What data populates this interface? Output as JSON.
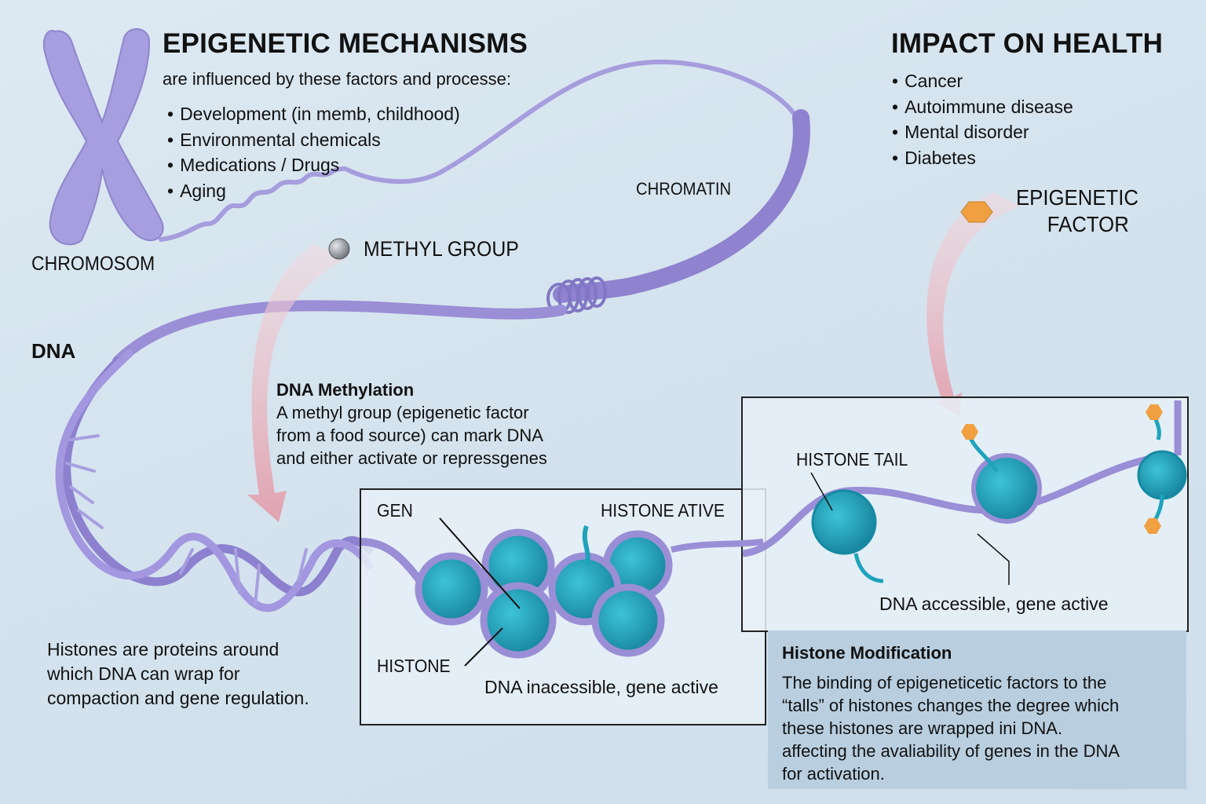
{
  "left_header": {
    "title": "EPIGENETIC MECHANISMS",
    "subtitle": "are influenced by these factors and processe:",
    "factors": [
      "Development (in memb, childhood)",
      "Environmental chemicals",
      "Medications / Drugs",
      "Aging"
    ]
  },
  "right_header": {
    "title": "IMPACT ON HEALTH",
    "impacts": [
      "Cancer",
      "Autoimmune disease",
      "Mental disorder",
      "Diabetes"
    ]
  },
  "labels": {
    "chromosome": "CHROMOSOM",
    "chromatin": "CHROMATIN",
    "methyl_group": "METHYL GROUP",
    "epigenetic_factor_line1": "EPIGENETIC",
    "epigenetic_factor_line2": "FACTOR",
    "dna": "DNA"
  },
  "dna_methylation": {
    "title": "DNA Methylation",
    "lines": [
      "A methyl group  (epigenetic factor",
      "from a food source)  can mark DNA",
      "and either activate or repressgenes"
    ]
  },
  "histones_note": {
    "lines": [
      "Histones are proteins around",
      "which DNA can wrap for",
      "compaction and gene regulation."
    ]
  },
  "inactive_box": {
    "gen_label": "GEN",
    "histone_active_label": "HISTONE ATIVE",
    "histone_label": "HISTONE",
    "caption": "DNA inacessible, gene active"
  },
  "active_box": {
    "histone_tail_label": "HISTONE TAIL",
    "caption": "DNA accessible, gene active"
  },
  "histone_modification": {
    "title": "Histone Modification",
    "lines": [
      "The binding of epigeneticetic factors to the",
      "“talls” of histones changes the degree which",
      "these histones are wrapped ini DNA.",
      "affecting the avaliability of genes in the DNA",
      "for activation."
    ]
  },
  "colors": {
    "background": "#d6e5ef",
    "dna_purple": "#9a8ed6",
    "histone_teal": "#1fa3bd",
    "epigenetic_orange": "#f0a040",
    "arrow_pink": "#e8a8b4",
    "methyl_gray": "#8a8f96"
  }
}
